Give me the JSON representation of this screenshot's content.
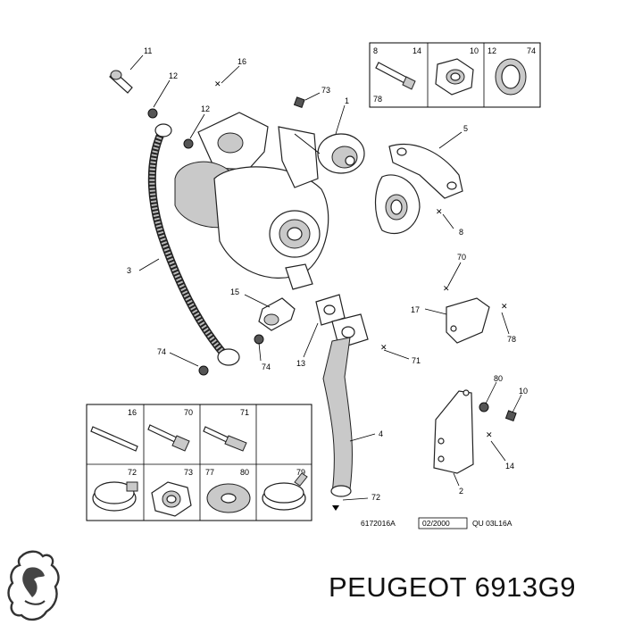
{
  "callouts": {
    "c1": "1",
    "c2": "2",
    "c3": "3",
    "c4": "4",
    "c5": "5",
    "c8": "8",
    "c11": "11",
    "c12a": "12",
    "c12b": "12",
    "c13": "13",
    "c14": "14",
    "c15": "15",
    "c16": "16",
    "c17": "17",
    "c70": "70",
    "c71": "71",
    "c72": "72",
    "c73": "73",
    "c74a": "74",
    "c74b": "74",
    "c78": "78",
    "c80": "80",
    "c10": "10"
  },
  "kit_top": {
    "a_tl": "8",
    "a_tr": "14",
    "a_bl": "78",
    "b_tr": "10",
    "c_tl": "12",
    "c_tr": "74"
  },
  "kit_bottom": {
    "r1": [
      "16",
      "70",
      "71"
    ],
    "r2": [
      "72",
      "73",
      "77",
      "80",
      "79"
    ]
  },
  "caption": {
    "ref": "6172016A",
    "date": "02/2000",
    "code": "QU 03L16A"
  },
  "brand_text": "PEUGEOT 6913G9",
  "logo": "peugeot-lion-logo"
}
